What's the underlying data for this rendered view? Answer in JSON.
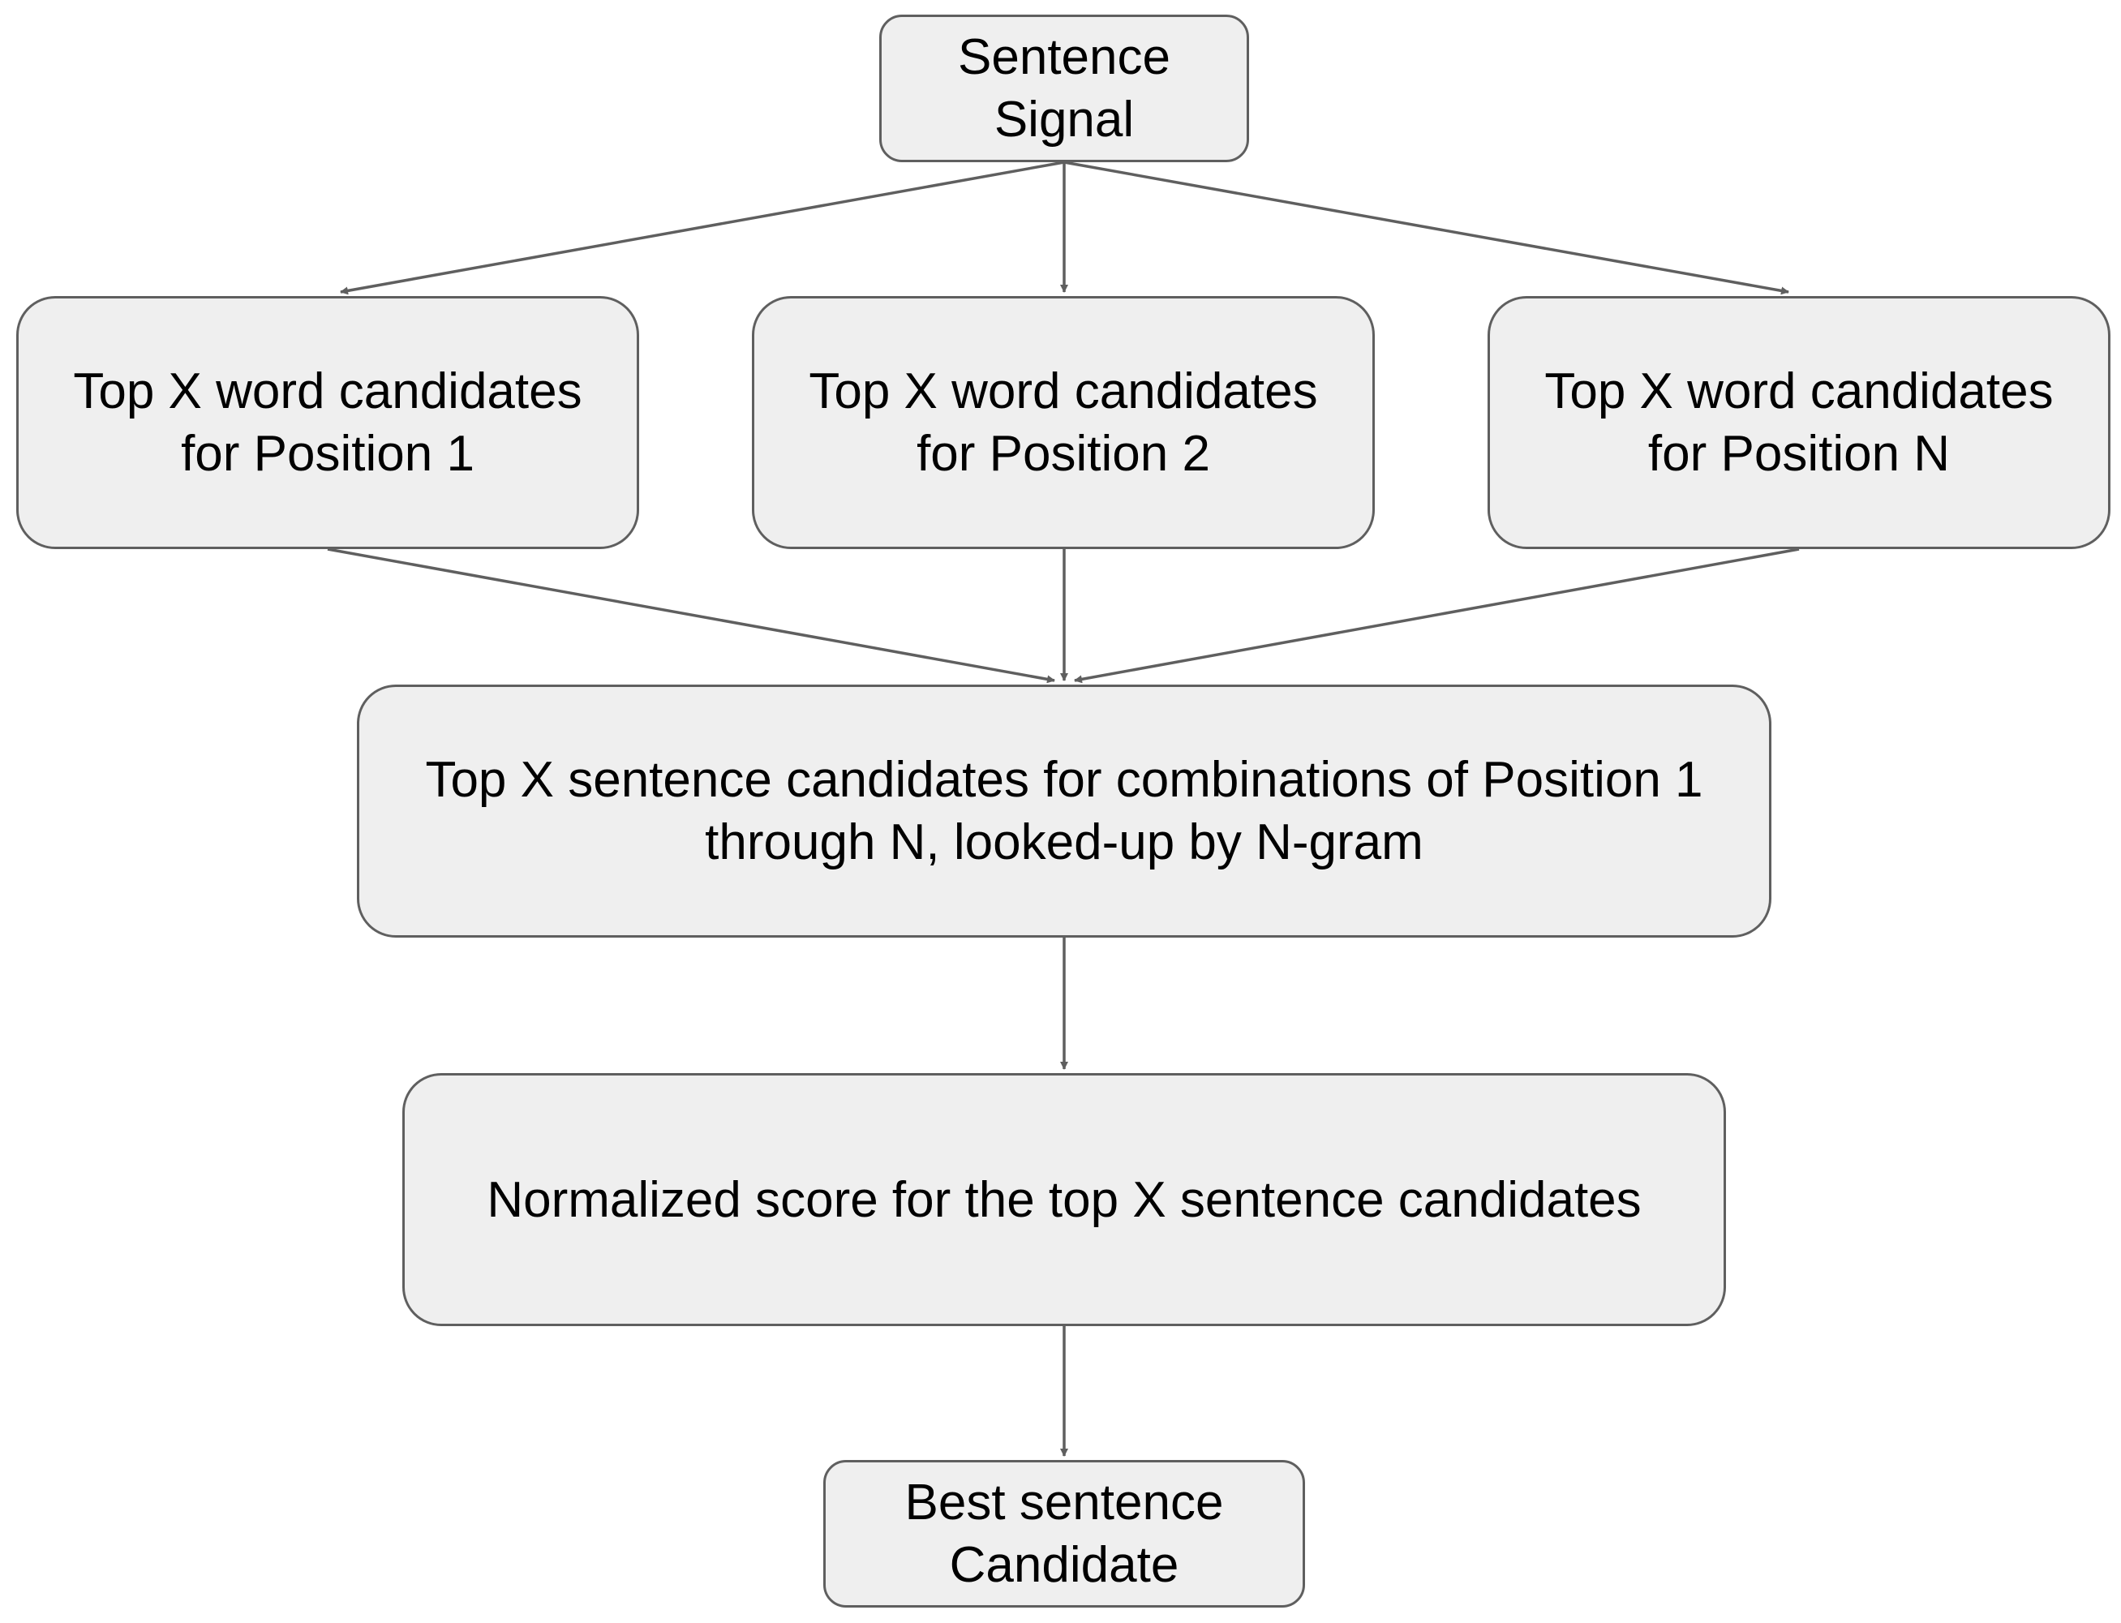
{
  "nodes": {
    "sentence_signal": "Sentence\nSignal",
    "position_1": "Top X word candidates\nfor Position 1",
    "position_2": "Top X word candidates\nfor Position 2",
    "position_n": "Top X word candidates\nfor Position N",
    "sentence_candidates": "Top X sentence candidates for combinations of Position 1\nthrough N, looked-up by N-gram",
    "normalized_score": "Normalized score for the top X sentence candidates",
    "best_candidate": "Best sentence\nCandidate"
  },
  "colors": {
    "node_fill": "#efefef",
    "node_border": "#5f5f5f",
    "arrow": "#5f5f5f",
    "text": "#000000"
  }
}
